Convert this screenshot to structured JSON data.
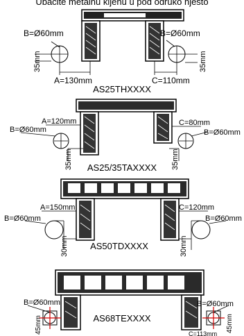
{
  "header_text": "Ubačite metalnu kljenu u pod odruko njesto",
  "colors": {
    "line": "#000000",
    "background": "#ffffff",
    "accent": "#d40000"
  },
  "diagrams": [
    {
      "model": "AS25THXXXX",
      "labels": {
        "b_left": "B=Ø60mm",
        "b_right": "B=Ø60mm",
        "a": "A=130mm",
        "c": "C=110mm",
        "h_left": "35mm",
        "h_right": "35mm"
      }
    },
    {
      "model": "AS25/35TAXXXX",
      "labels": {
        "a": "A=120mm",
        "c": "C=80mm",
        "b_left": "B=Ø60mm",
        "b_right": "B=Ø60mm",
        "h_left": "35mm",
        "h_right": "35mm"
      }
    },
    {
      "model": "AS50TDXXXX",
      "labels": {
        "a": "A=150mm",
        "c": "C=120mm",
        "b_left": "B=Ø60mm",
        "b_right": "B=Ø60mm",
        "h_left": "30mm",
        "h_right": "30mm"
      }
    },
    {
      "model": "AS68TEXXXX",
      "labels": {
        "b_left": "B=Ø60mm",
        "b_right": "B=Ø60mm",
        "h_left": "45mm",
        "h_right": "45mm",
        "c": "C=113mm"
      }
    }
  ]
}
